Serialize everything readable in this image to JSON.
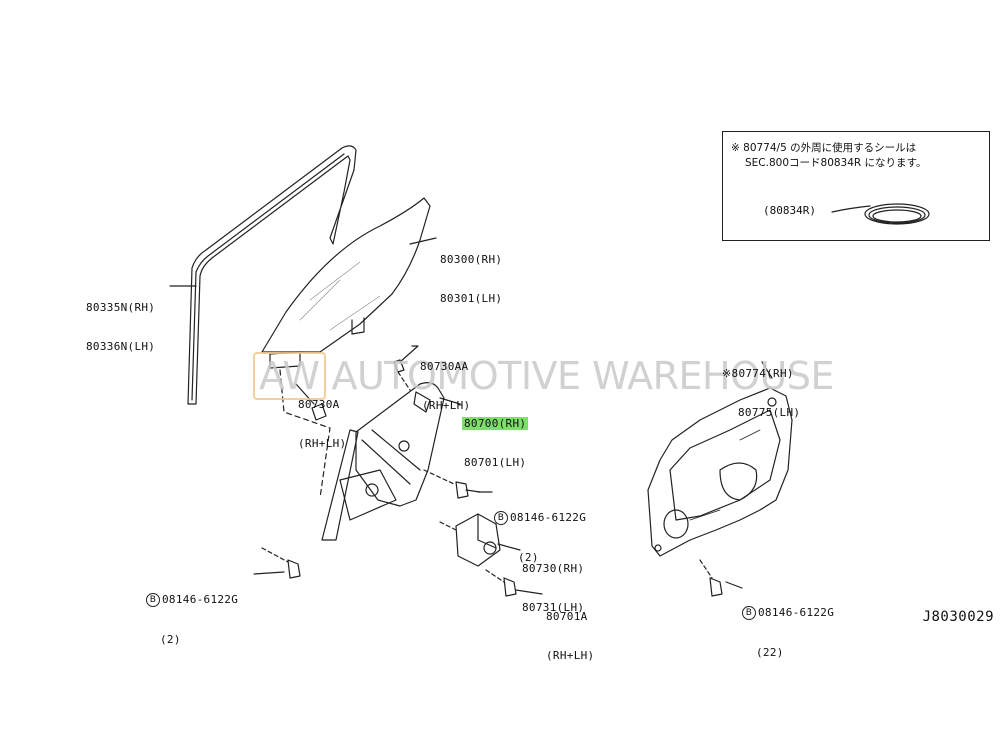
{
  "note": {
    "line1": "※ 80774/5 の外周に使用するシールは",
    "line2": "SEC.800コード80834R になります。",
    "seal_label": "(80834R)"
  },
  "labels": {
    "moulding": {
      "rh": "80335N(RH)",
      "lh": "80336N(LH)"
    },
    "glass": {
      "rh": "80300(RH)",
      "lh": "80301(LH)"
    },
    "bolt_aa": {
      "num": "80730AA",
      "side": "(RH+LH)"
    },
    "bolt_a": {
      "num": "80730A",
      "side": "(RH+LH)"
    },
    "regulator": {
      "rh": "80700(RH)",
      "lh": "80701(LH)"
    },
    "screw_center": {
      "num": "08146-6122G",
      "qty": "(2)"
    },
    "motor": {
      "rh": "80730(RH)",
      "lh": "80731(LH)"
    },
    "screw_left": {
      "num": "08146-6122G",
      "qty": "(2)"
    },
    "bolt_1a": {
      "num": "80701A",
      "side": "(RH+LH)"
    },
    "panel": {
      "rh": "※80774(RH)",
      "lh": "80775(LH)"
    },
    "screw_right": {
      "num": "08146-6122G",
      "qty": "(22)"
    }
  },
  "bolt_symbol": "B",
  "watermark": {
    "box_text": "AW",
    "text": "AUTOMOTIVE WAREHOUSE"
  },
  "diagram_code": "J8030029",
  "colors": {
    "highlight": "#7ddf6a",
    "watermark_border": "#f0c78f"
  }
}
